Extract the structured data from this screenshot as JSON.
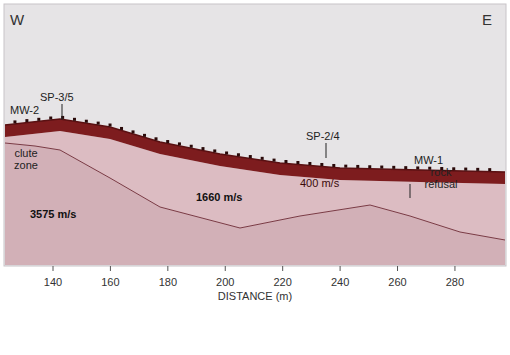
{
  "diagram": {
    "labels": [
      "W",
      "E",
      "MW-2",
      "SP-3/5",
      "SP-2/4",
      "MW-1",
      "clute zone",
      "3575 m/s",
      "1660 m/s",
      "400 m/s",
      "rock refusal",
      "140",
      "160",
      "180",
      "200",
      "220",
      "240",
      "260",
      "280",
      "DISTANCE (m)"
    ]
  }
}
